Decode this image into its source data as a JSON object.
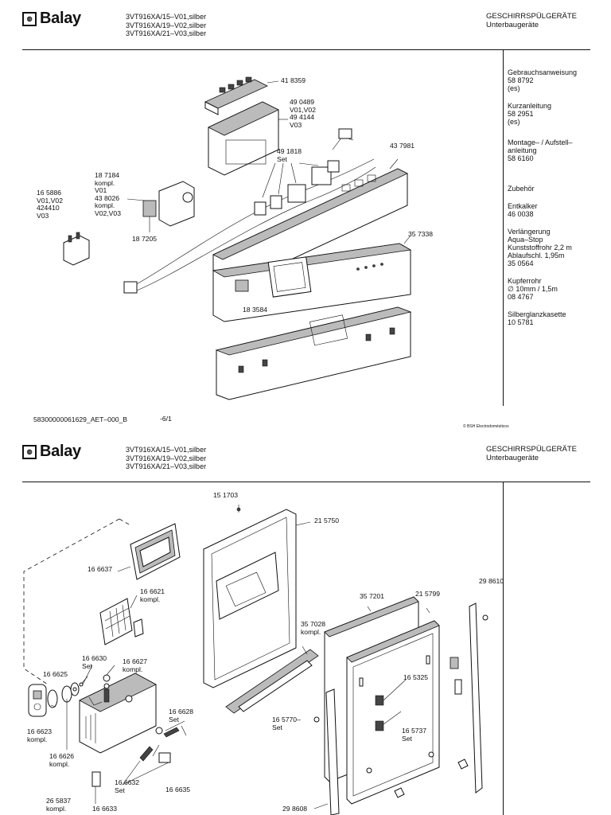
{
  "brand": "Balay",
  "header1": {
    "models": [
      "3VT916XA/15–V01,silber",
      "3VT916XA/19–V02,silber",
      "3VT916XA/21–V03,silber"
    ],
    "category": "GESCHIRRSPÜLGERÄTE",
    "subcategory": "Unterbaugeräte"
  },
  "header2": {
    "models": [
      "3VT916XA/15–V01,silber",
      "3VT916XA/19–V02,silber",
      "3VT916XA/21–V03,silber"
    ],
    "category": "GESCHIRRSPÜLGERÄTE",
    "subcategory": "Unterbaugeräte"
  },
  "sidebar": [
    {
      "lines": [
        "Gebrauchsanweisung",
        "58 8792",
        "(es)"
      ]
    },
    {
      "lines": [
        "Kurzanleitung",
        "58 2951",
        "(es)"
      ]
    },
    {
      "lines": [
        "Montage– / Aufstell–",
        "anleitung",
        "58 6160"
      ]
    },
    {
      "lines": [
        "Zubehör"
      ]
    },
    {
      "lines": [
        "Entkalker",
        "46 0038"
      ]
    },
    {
      "lines": [
        "Verlängerung",
        "Aqua–Stop",
        "Kunststoffrohr 2,2 m",
        "Ablaufschl. 1,95m",
        "35 0564"
      ]
    },
    {
      "lines": [
        "Kupferrohr",
        "∅ 10mm / 1,5m",
        "08 4767"
      ]
    },
    {
      "lines": [
        "Silberglanzkasette",
        "10 5781"
      ]
    }
  ],
  "footer": {
    "doc_id": "58300000061629_AET–000_B",
    "page": "-6/1",
    "copyright": "© BSH Electrodomésticos"
  },
  "labels1": [
    [
      "41 8359"
    ],
    [
      "49 0489",
      "V01,V02",
      "49 4144",
      "V03"
    ],
    [
      "49 1818",
      "Set"
    ],
    [
      "43 7981"
    ],
    [
      "18 7184",
      "kompl.",
      "V01",
      "43 8026",
      "kompl.",
      "V02,V03"
    ],
    [
      "16 5886",
      "V01,V02",
      "424410",
      "V03"
    ],
    [
      "18 7205"
    ],
    [
      "35 7338"
    ],
    [
      "18 3584"
    ]
  ],
  "labels2": [
    [
      "15 1703"
    ],
    [
      "21 5750"
    ],
    [
      "16 6637"
    ],
    [
      "16 6621",
      "kompl."
    ],
    [
      "35 7201"
    ],
    [
      "21 5799"
    ],
    [
      "29 8610"
    ],
    [
      "35 7028",
      "kompl."
    ],
    [
      "16 6630",
      "Set"
    ],
    [
      "16 6627",
      "kompl."
    ],
    [
      "16 6625"
    ],
    [
      "16 5325"
    ],
    [
      "16 6628",
      "Set"
    ],
    [
      "16 5770–",
      "Set"
    ],
    [
      "16 5737",
      "Set"
    ],
    [
      "16 6623",
      "kompl."
    ],
    [
      "16 6626",
      "kompl."
    ],
    [
      "16 6632",
      "Set"
    ],
    [
      "16 6635"
    ],
    [
      "26 5837",
      "kompl."
    ],
    [
      "16 6633"
    ],
    [
      "29 8608"
    ]
  ]
}
